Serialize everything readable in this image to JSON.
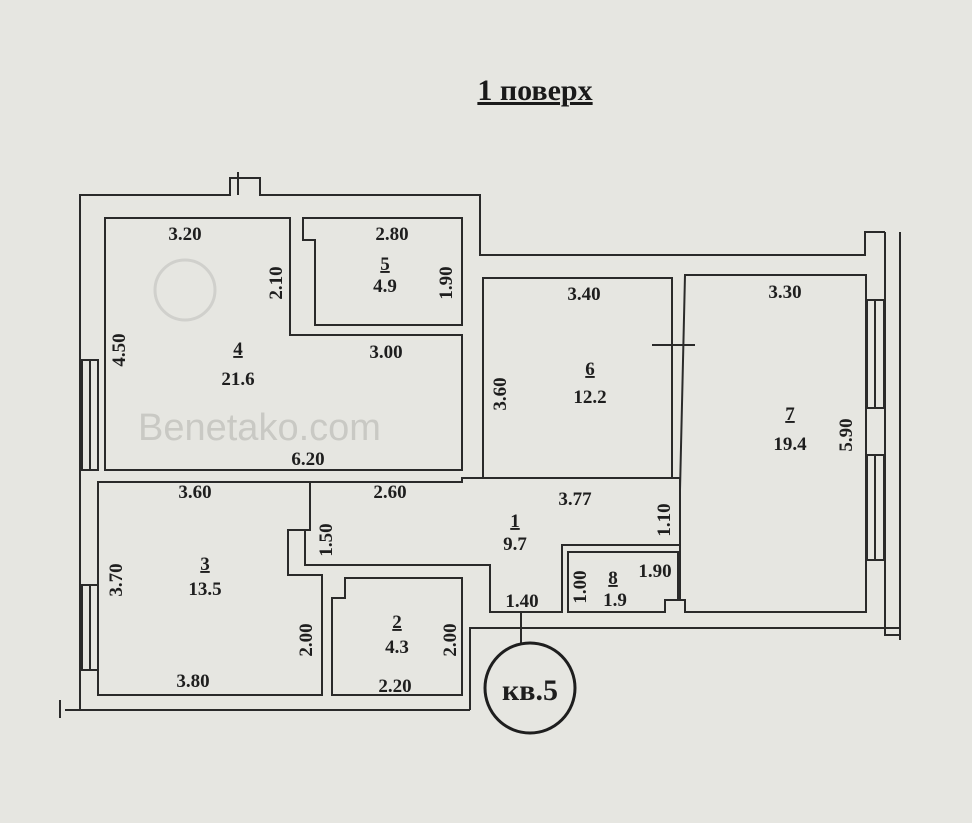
{
  "title": "1 поверх",
  "apartment_label": "кв.5",
  "watermark": "Benetako.com",
  "rooms": [
    {
      "number": "1",
      "area": "9.7"
    },
    {
      "number": "2",
      "area": "4.3"
    },
    {
      "number": "3",
      "area": "13.5"
    },
    {
      "number": "4",
      "area": "21.6"
    },
    {
      "number": "5",
      "area": "4.9"
    },
    {
      "number": "6",
      "area": "12.2"
    },
    {
      "number": "7",
      "area": "19.4"
    },
    {
      "number": "8",
      "area": "1.9"
    }
  ],
  "dimensions": {
    "r4_top": "3.20",
    "r4_inner": "2.10",
    "r4_left": "4.50",
    "r4_mid": "3.00",
    "r4_bottom": "6.20",
    "r5_top": "2.80",
    "r5_right": "1.90",
    "r6_top": "3.40",
    "r6_left": "3.60",
    "r7_top": "3.30",
    "r7_right": "5.90",
    "r3_top": "3.60",
    "r3_left": "3.70",
    "r3_right": "2.00",
    "r3_bottom": "3.80",
    "r1_top": "2.60",
    "r1_left": "1.50",
    "r1_top2": "3.77",
    "r1_right": "1.10",
    "r1_bottom": "1.40",
    "r8_left": "1.00",
    "r8_top": "1.90",
    "r2_right": "2.00",
    "r2_bottom": "2.20"
  }
}
